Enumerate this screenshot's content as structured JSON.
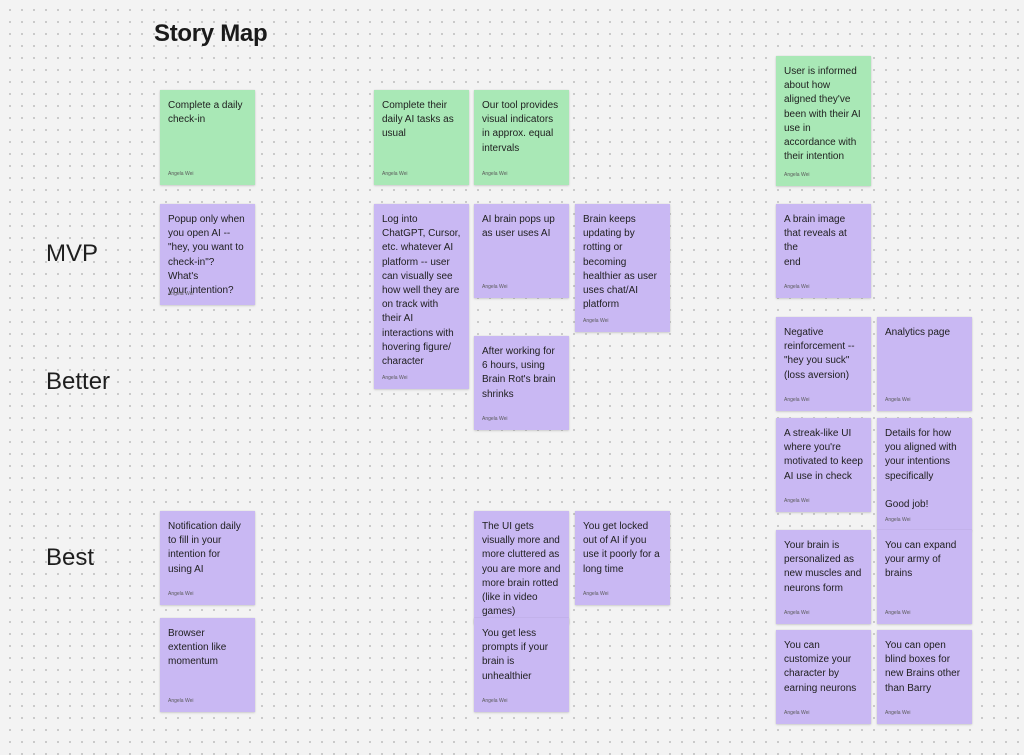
{
  "board": {
    "title": "Story Map",
    "row_labels": [
      "MVP",
      "Better",
      "Best"
    ]
  },
  "stickies": [
    {
      "id": "s1",
      "color": "green",
      "text": "Complete a daily\ncheck-in",
      "author": "Angela Wei"
    },
    {
      "id": "s2",
      "color": "green",
      "text": "Complete their\ndaily AI tasks as\nusual",
      "author": "Angela Wei"
    },
    {
      "id": "s3",
      "color": "green",
      "text": "Our tool provides\nvisual indicators\nin approx. equal\nintervals",
      "author": "Angela Wei"
    },
    {
      "id": "s4",
      "color": "green",
      "text": "User is informed\nabout how\naligned they've\nbeen with their AI\nuse in\naccordance with\ntheir intention",
      "author": "Angela Wei"
    },
    {
      "id": "s5",
      "color": "purple",
      "text": "Popup only when\nyou open AI --\n\"hey, you want to\ncheck-in\"? What's\nyour intention?",
      "author": "Angela Wei"
    },
    {
      "id": "s6",
      "color": "purple",
      "text": "Log into\nChatGPT, Cursor,\netc. whatever AI\nplatform -- user\ncan visually see\nhow well they are\non track with\ntheir AI\ninteractions with\nhovering figure/\ncharacter",
      "author": "Angela Wei"
    },
    {
      "id": "s7",
      "color": "purple",
      "text": "AI brain pops up\nas user uses AI",
      "author": "Angela Wei"
    },
    {
      "id": "s8",
      "color": "purple",
      "text": "Brain keeps\nupdating by\nrotting or\nbecoming\nhealthier as user\nuses chat/AI\nplatform",
      "author": "Angela Wei"
    },
    {
      "id": "s9",
      "color": "purple",
      "text": "A brain image\nthat reveals at the\nend",
      "author": "Angela Wei"
    },
    {
      "id": "s10",
      "color": "purple",
      "text": "After working for\n6 hours, using\nBrain Rot's brain\nshrinks",
      "author": "Angela Wei"
    },
    {
      "id": "s11",
      "color": "purple",
      "text": "Negative\nreinforcement --\n\"hey you suck\"\n(loss aversion)",
      "author": "Angela Wei"
    },
    {
      "id": "s12",
      "color": "purple",
      "text": "Analytics page",
      "author": "Angela Wei"
    },
    {
      "id": "s13",
      "color": "purple",
      "text": "A streak-like UI\nwhere you're\nmotivated to keep\nAI use in check",
      "author": "Angela Wei"
    },
    {
      "id": "s14",
      "color": "purple",
      "text": "Details for how\nyou aligned with\nyour intentions\nspecifically\n\nGood job!",
      "author": "Angela Wei"
    },
    {
      "id": "s15",
      "color": "purple",
      "text": "Notification daily\nto fill in your\nintention for\nusing AI",
      "author": "Angela Wei"
    },
    {
      "id": "s16",
      "color": "purple",
      "text": "The UI gets\nvisually more and\nmore cluttered as\nyou are more and\nmore brain rotted\n(like in video\ngames)",
      "author": ""
    },
    {
      "id": "s17",
      "color": "purple",
      "text": "You get locked\nout of AI if you\nuse it poorly for a\nlong time",
      "author": "Angela Wei"
    },
    {
      "id": "s18",
      "color": "purple",
      "text": "Your brain is\npersonalized as\nnew muscles and\nneurons form",
      "author": "Angela Wei"
    },
    {
      "id": "s19",
      "color": "purple",
      "text": "You can expand\nyour army of\nbrains",
      "author": "Angela Wei"
    },
    {
      "id": "s20",
      "color": "purple",
      "text": "Browser\nextention like\nmomentum",
      "author": "Angela Wei"
    },
    {
      "id": "s21",
      "color": "purple",
      "text": "You get less\nprompts if your\nbrain is\nunhealthier",
      "author": "Angela Wei"
    },
    {
      "id": "s22",
      "color": "purple",
      "text": "You can\ncustomize your\ncharacter by\nearning neurons",
      "author": "Angela Wei"
    },
    {
      "id": "s23",
      "color": "purple",
      "text": "You can open\nblind boxes for\nnew Brains other\nthan Barry",
      "author": "Angela Wei"
    }
  ]
}
